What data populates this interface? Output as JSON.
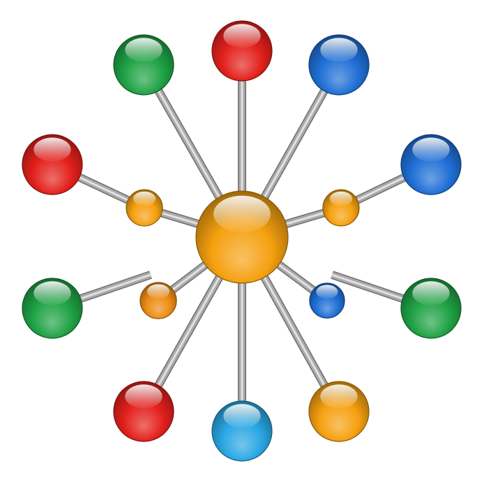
{
  "palette": {
    "background": "#ffffff",
    "connector": "#a9a9a9",
    "red": "#e3201c",
    "green": "#1fa245",
    "blue": "#1f6fd6",
    "sky": "#2aa7e4",
    "orange": "#f5a00f",
    "dark_orange": "#ee8c14",
    "hub": "#f7a81c"
  },
  "diagram": {
    "hub": {
      "name": "central-hub-node",
      "color": "orange"
    },
    "junctions": [
      {
        "name": "junction-node-upper-left",
        "color": "orange"
      },
      {
        "name": "junction-node-upper-right",
        "color": "orange"
      },
      {
        "name": "junction-node-lower-left",
        "color": "dark_orange"
      },
      {
        "name": "junction-node-lower-right",
        "color": "blue"
      }
    ],
    "outer_nodes": [
      {
        "name": "node-top",
        "color": "red"
      },
      {
        "name": "node-top-left",
        "color": "green"
      },
      {
        "name": "node-top-right",
        "color": "blue"
      },
      {
        "name": "node-left-upper",
        "color": "red"
      },
      {
        "name": "node-right-upper",
        "color": "blue"
      },
      {
        "name": "node-left-lower",
        "color": "green"
      },
      {
        "name": "node-right-lower",
        "color": "green"
      },
      {
        "name": "node-bottom-left",
        "color": "red"
      },
      {
        "name": "node-bottom",
        "color": "sky"
      },
      {
        "name": "node-bottom-right",
        "color": "orange"
      }
    ]
  }
}
